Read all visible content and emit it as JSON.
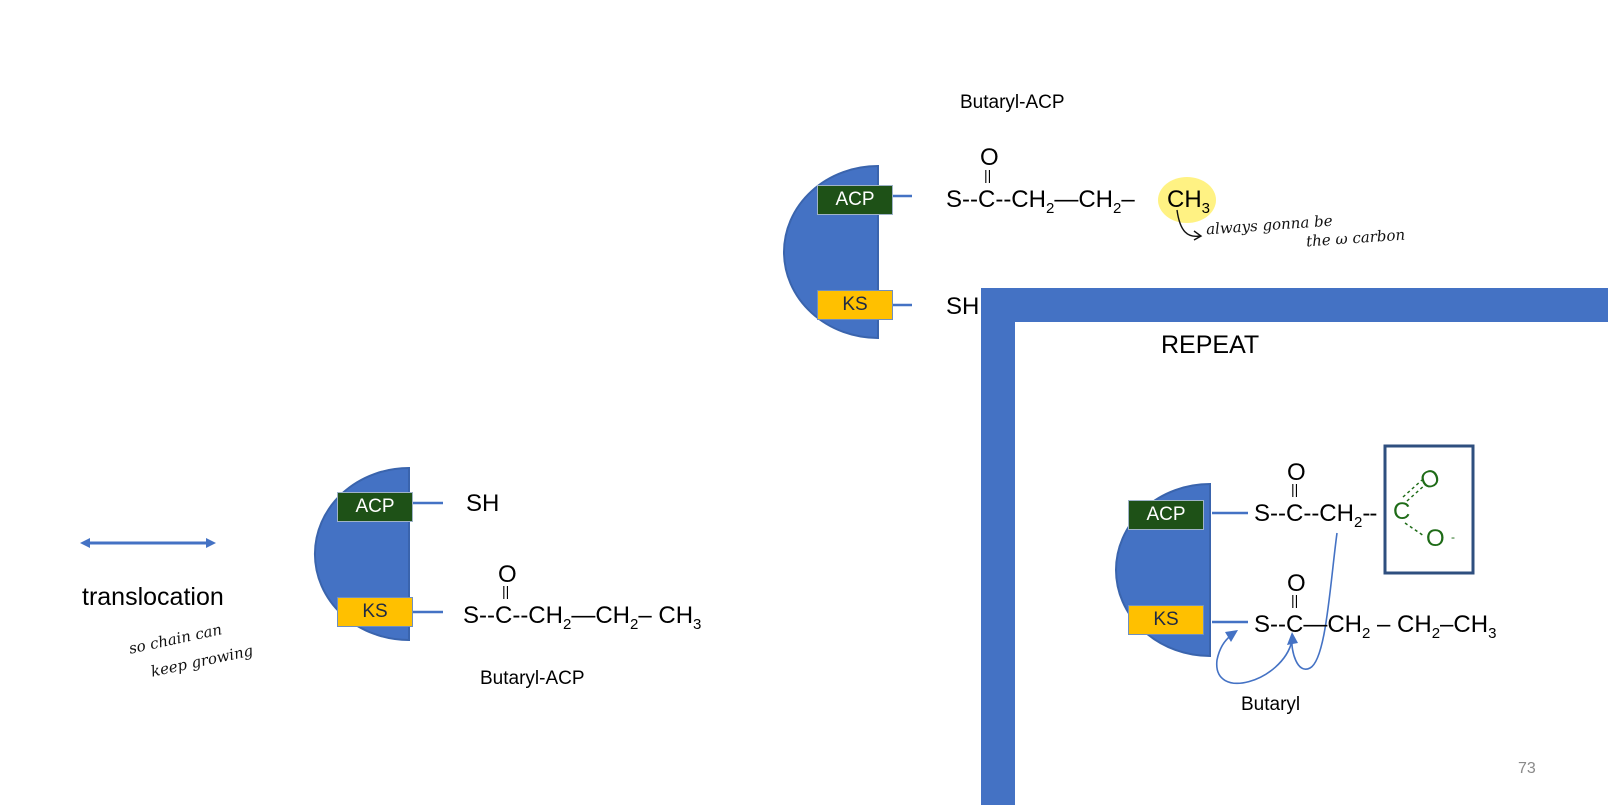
{
  "slide": {
    "page_number": "73"
  },
  "top_complex": {
    "title": "Butaryl-ACP",
    "acp_label": "ACP",
    "ks_label": "KS",
    "carbonyl_o": "O",
    "chain": "S--C--CH",
    "chain_sub": "2",
    "chain_b": "—CH",
    "chain_b_sub": "2",
    "chain_c": "–",
    "ch3": "CH",
    "ch3_sub": "3",
    "ks_thiol": "SH",
    "annotation_line1": "always gonna be",
    "annotation_line2": "the  ω  carbon"
  },
  "bottom_complex": {
    "acp_label": "ACP",
    "ks_label": "KS",
    "acp_thiol": "SH",
    "carbonyl_o": "O",
    "chain": "S--C--CH",
    "chain_sub": "2",
    "chain_b": "—CH",
    "chain_b_sub": "2",
    "chain_c": "– CH",
    "chain_c_sub": "3",
    "caption": "Butaryl-ACP"
  },
  "translocation": {
    "label": "translocation",
    "note_line1": "so chain can",
    "note_line2": "keep growing"
  },
  "repeat_panel": {
    "title": "REPEAT",
    "acp_label": "ACP",
    "ks_label": "KS",
    "acp_carbonyl_o": "O",
    "acp_chain": "S--C--CH",
    "acp_chain_sub": "2",
    "carboxyl_c": "C",
    "carboxyl_o1": "O",
    "carboxyl_o2": "O",
    "carboxyl_charge": "-",
    "ks_carbonyl_o": "O",
    "ks_chain": "S--C",
    "ks_chain_b": "—CH",
    "ks_chain_b_sub": "2",
    "ks_chain_c": " – CH",
    "ks_chain_c_sub": "2",
    "ks_chain_d": "–CH",
    "ks_chain_d_sub": "3",
    "caption": "Butaryl"
  },
  "colors": {
    "enzyme_blue": "#4472c4",
    "acp_green": "#1e5117",
    "ks_yellow": "#ffc000",
    "highlight_yellow": "#fff176",
    "carboxyl_green": "#1e6b17"
  }
}
